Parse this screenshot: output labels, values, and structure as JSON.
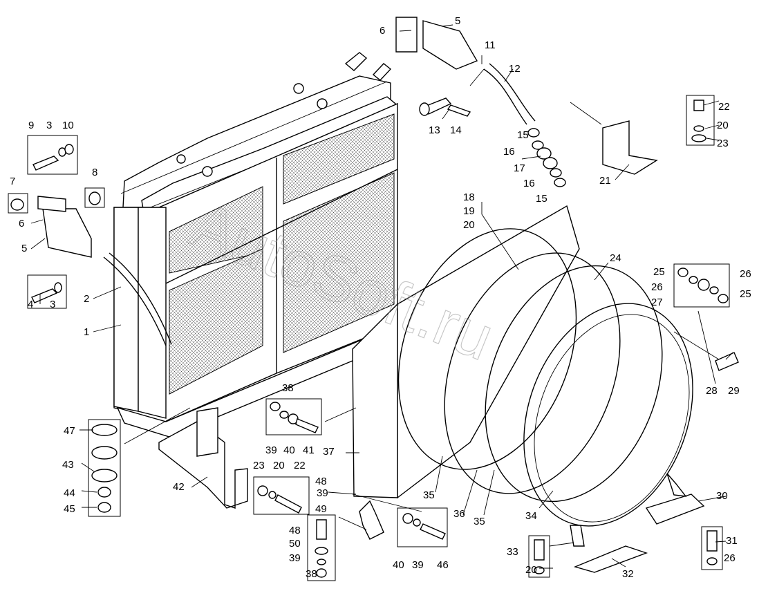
{
  "watermark": "AutoSoft.ru",
  "labels": [
    {
      "id": "l1",
      "text": "1"
    },
    {
      "id": "l2",
      "text": "2"
    },
    {
      "id": "l3a",
      "text": "3"
    },
    {
      "id": "l3b",
      "text": "3"
    },
    {
      "id": "l4",
      "text": "4"
    },
    {
      "id": "l5a",
      "text": "5"
    },
    {
      "id": "l5b",
      "text": "5"
    },
    {
      "id": "l6a",
      "text": "6"
    },
    {
      "id": "l6b",
      "text": "6"
    },
    {
      "id": "l7",
      "text": "7"
    },
    {
      "id": "l8",
      "text": "8"
    },
    {
      "id": "l9",
      "text": "9"
    },
    {
      "id": "l10",
      "text": "10"
    },
    {
      "id": "l11",
      "text": "11"
    },
    {
      "id": "l12",
      "text": "12"
    },
    {
      "id": "l13",
      "text": "13"
    },
    {
      "id": "l14",
      "text": "14"
    },
    {
      "id": "l15a",
      "text": "15"
    },
    {
      "id": "l15b",
      "text": "15"
    },
    {
      "id": "l16a",
      "text": "16"
    },
    {
      "id": "l16b",
      "text": "16"
    },
    {
      "id": "l17",
      "text": "17"
    },
    {
      "id": "l18",
      "text": "18"
    },
    {
      "id": "l19",
      "text": "19"
    },
    {
      "id": "l20a",
      "text": "20"
    },
    {
      "id": "l20b",
      "text": "20"
    },
    {
      "id": "l20c",
      "text": "20"
    },
    {
      "id": "l20d",
      "text": "20"
    },
    {
      "id": "l21",
      "text": "21"
    },
    {
      "id": "l22a",
      "text": "22"
    },
    {
      "id": "l22b",
      "text": "22"
    },
    {
      "id": "l23a",
      "text": "23"
    },
    {
      "id": "l23b",
      "text": "23"
    },
    {
      "id": "l24",
      "text": "24"
    },
    {
      "id": "l25a",
      "text": "25"
    },
    {
      "id": "l25b",
      "text": "25"
    },
    {
      "id": "l26a",
      "text": "26"
    },
    {
      "id": "l26b",
      "text": "26"
    },
    {
      "id": "l26c",
      "text": "26"
    },
    {
      "id": "l27",
      "text": "27"
    },
    {
      "id": "l28",
      "text": "28"
    },
    {
      "id": "l29",
      "text": "29"
    },
    {
      "id": "l30",
      "text": "30"
    },
    {
      "id": "l31",
      "text": "31"
    },
    {
      "id": "l32",
      "text": "32"
    },
    {
      "id": "l33",
      "text": "33"
    },
    {
      "id": "l34",
      "text": "34"
    },
    {
      "id": "l35a",
      "text": "35"
    },
    {
      "id": "l35b",
      "text": "35"
    },
    {
      "id": "l36",
      "text": "36"
    },
    {
      "id": "l37",
      "text": "37"
    },
    {
      "id": "l38a",
      "text": "38"
    },
    {
      "id": "l38b",
      "text": "38"
    },
    {
      "id": "l39a",
      "text": "39"
    },
    {
      "id": "l39b",
      "text": "39"
    },
    {
      "id": "l39c",
      "text": "39"
    },
    {
      "id": "l39d",
      "text": "39"
    },
    {
      "id": "l40a",
      "text": "40"
    },
    {
      "id": "l40b",
      "text": "40"
    },
    {
      "id": "l41",
      "text": "41"
    },
    {
      "id": "l42",
      "text": "42"
    },
    {
      "id": "l43",
      "text": "43"
    },
    {
      "id": "l44",
      "text": "44"
    },
    {
      "id": "l45",
      "text": "45"
    },
    {
      "id": "l46",
      "text": "46"
    },
    {
      "id": "l47",
      "text": "47"
    },
    {
      "id": "l48a",
      "text": "48"
    },
    {
      "id": "l48b",
      "text": "48"
    },
    {
      "id": "l49",
      "text": "49"
    },
    {
      "id": "l50",
      "text": "50"
    }
  ]
}
